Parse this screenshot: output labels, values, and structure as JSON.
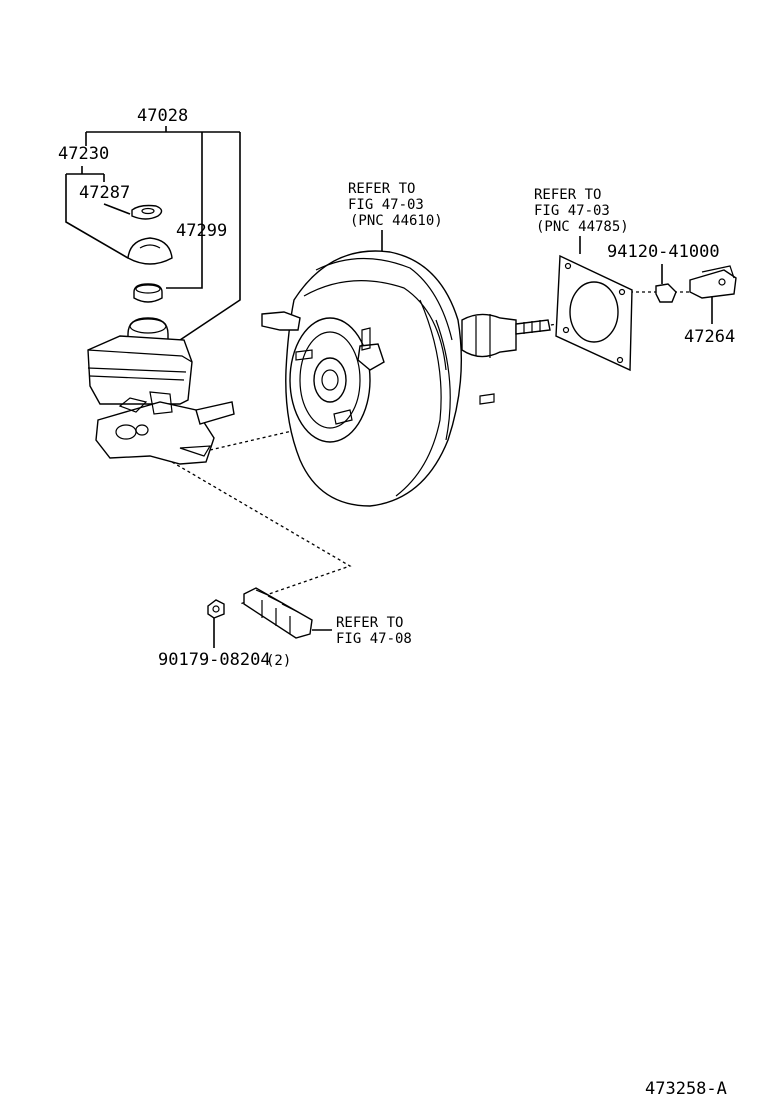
{
  "callouts": {
    "assembly": "47028",
    "reservoir": "47230",
    "strainer": "47287",
    "cap": "47299",
    "clevis": "47264",
    "clevis_nut": "94120-41000",
    "nut": "90179-08204",
    "nut_qty": "(2)"
  },
  "references": {
    "booster": [
      "REFER TO",
      "FIG 47-03",
      "(PNC 44610)"
    ],
    "gasket": [
      "REFER TO",
      "FIG 47-03",
      "(PNC 44785)"
    ],
    "bracket": [
      "REFER TO",
      "FIG 47-08"
    ]
  },
  "figure_id": "473258-A"
}
